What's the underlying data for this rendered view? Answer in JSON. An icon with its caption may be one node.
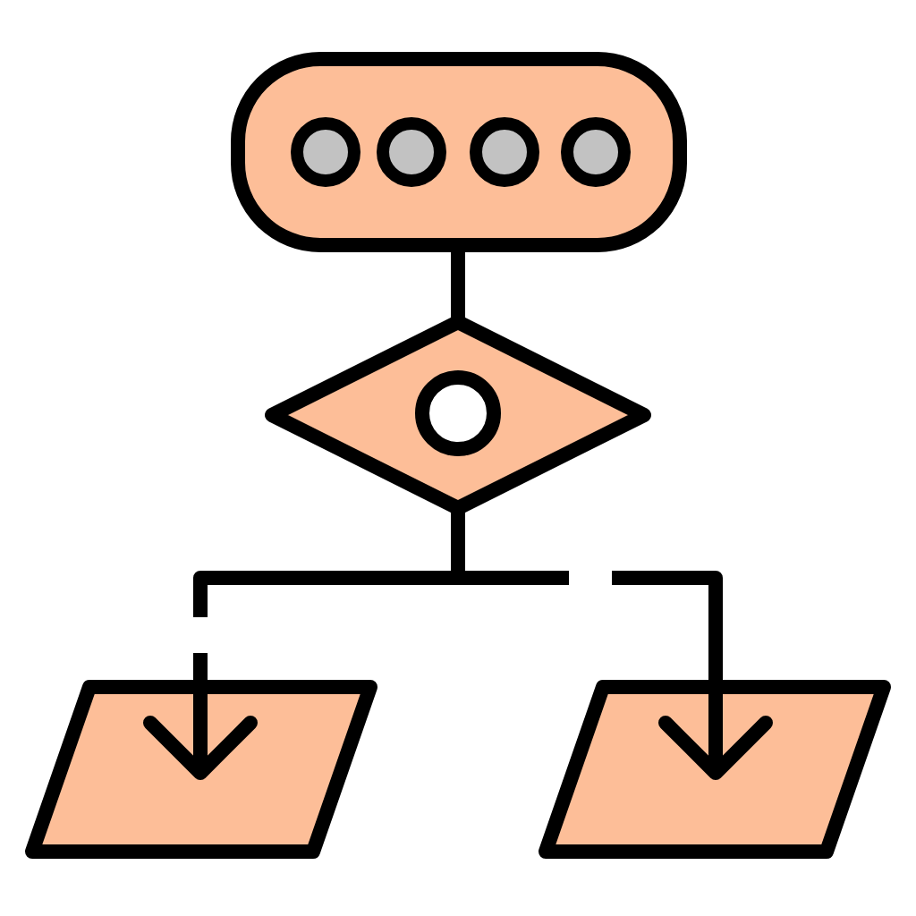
{
  "diagram": {
    "nodes": [
      {
        "text": [],
        "shape": "box"
      },
      {
        "text": [],
        "shape": "diamond"
      },
      {
        "text": [],
        "shape": "parallelogram"
      },
      {
        "text": [],
        "shape": "parallelogram"
      }
    ],
    "edges": [
      {
        "from": 0,
        "to": 1,
        "arrow": "none"
      },
      {
        "from": 1,
        "to": 2,
        "arrow": "to",
        "style": "dashed"
      },
      {
        "from": 1,
        "to": 3,
        "arrow": "to",
        "style": "dashed"
      }
    ]
  }
}
